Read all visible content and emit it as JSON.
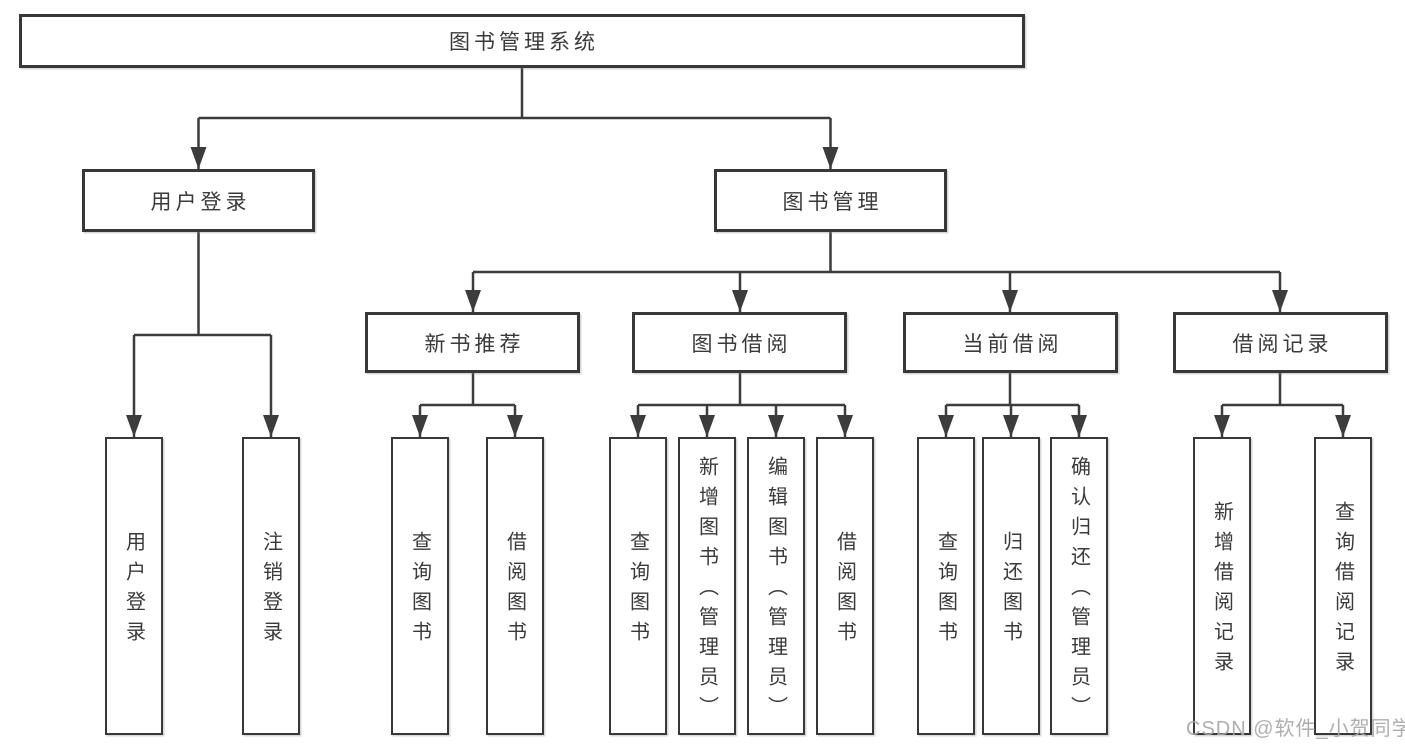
{
  "diagram_title": "图书管理系统",
  "nodes": {
    "root": "图书管理系统",
    "user_login": "用户登录",
    "book_mgmt": "图书管理",
    "new_book_rec": "新书推荐",
    "book_borrow": "图书借阅",
    "current_borrow": "当前借阅",
    "borrow_records": "借阅记录"
  },
  "leaves": {
    "user_login": [
      "用户登录",
      "注销登录"
    ],
    "new_book_rec": [
      "查询图书",
      "借阅图书"
    ],
    "book_borrow": [
      "查询图书",
      "新增图书（管理员）",
      "编辑图书（管理员）",
      "借阅图书"
    ],
    "current_borrow": [
      "查询图书",
      "归还图书",
      "确认归还（管理员）"
    ],
    "borrow_records": [
      "新增借阅记录",
      "查询借阅记录"
    ]
  },
  "watermark": {
    "text": "CSDN @软件_小贺同学",
    "color": "#a8a8a8"
  },
  "colors": {
    "background": "#ffffff",
    "box_border": "#383838",
    "connector_line": "#3c3c3c",
    "text": "#3a3a3a"
  }
}
